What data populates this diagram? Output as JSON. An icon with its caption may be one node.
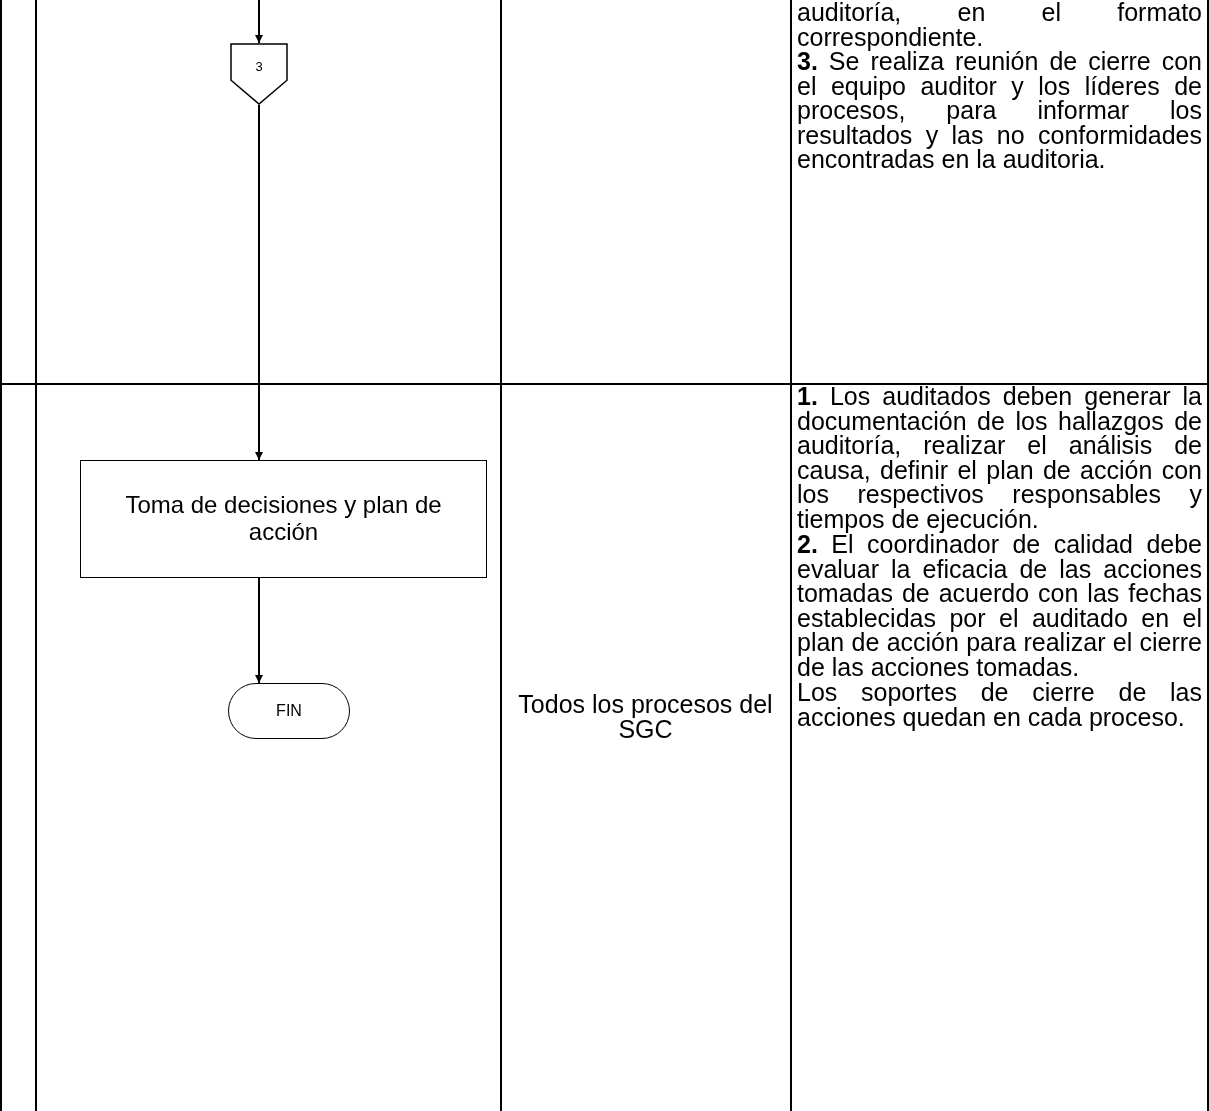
{
  "diagram": {
    "nodes": [
      {
        "text": [
          "3"
        ]
      },
      {
        "text": [
          "Toma de decisiones y plan de acción"
        ]
      },
      {
        "text": [
          "FIN"
        ]
      }
    ],
    "edges": [
      {
        "from": null,
        "to": 0,
        "arrow": "to"
      },
      {
        "from": 0,
        "to": 1,
        "arrow": "to"
      },
      {
        "from": 1,
        "to": 2,
        "arrow": "to"
      }
    ],
    "labels": [
      "auditoría, en el formato correspondiente.",
      "**3.** Se realiza reunión de cierre con el equipo auditor y los líderes de procesos, para informar los resultados y las no conformidades encontradas en la auditoria.",
      "Todos los procesos del SGC",
      "**1.** Los auditados deben generar la documentación de los hallazgos de auditoría, realizar el análisis de causa, definir el plan de acción con los respectivos responsables y tiempos de ejecución.",
      "**2.** El coordinador de calidad debe evaluar la eficacia de las acciones tomadas de acuerdo con las fechas establecidas por el auditado en el plan de acción para realizar el cierre de las acciones tomadas.",
      "Los soportes de cierre de las acciones quedan en cada proceso."
    ]
  }
}
